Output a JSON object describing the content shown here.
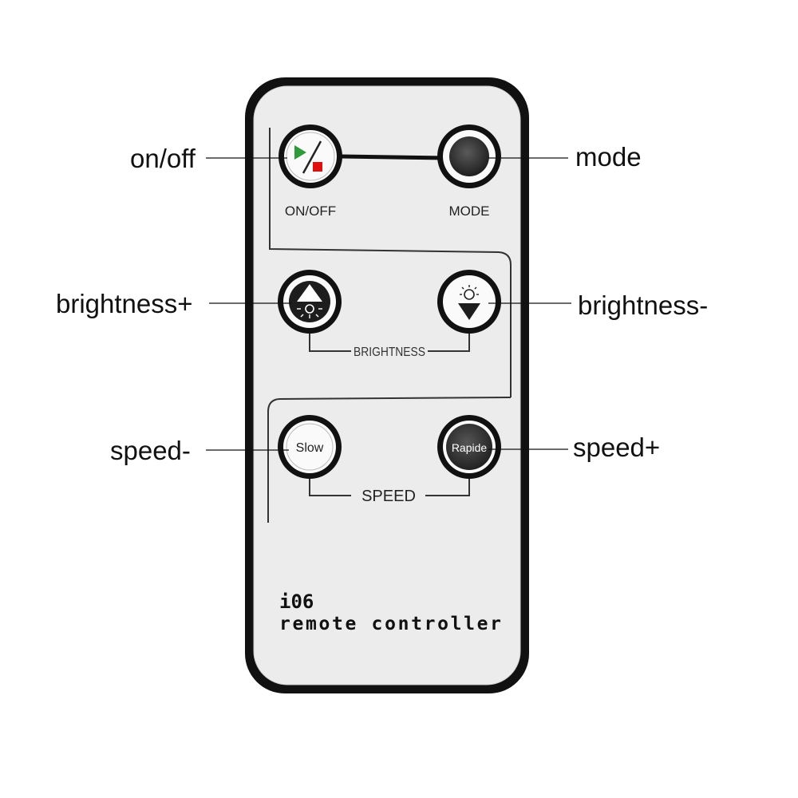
{
  "callouts": {
    "on_off": "on/off",
    "mode": "mode",
    "brightness_up": "brightness+",
    "brightness_down": "brightness-",
    "speed_down": "speed-",
    "speed_up": "speed+"
  },
  "remote": {
    "on_off_label": "ON/OFF",
    "mode_label": "MODE",
    "brightness_group_label": "BRIGHTNESS",
    "slow_label": "Slow",
    "rapide_label": "Rapide",
    "speed_group_label": "SPEED",
    "model": "i06",
    "caption": "remote controller"
  },
  "colors": {
    "body_outline": "#111111",
    "face": "#ececec",
    "play_green": "#2e9a3a",
    "stop_red": "#e01010",
    "button_dark": "#2a2a2a"
  },
  "icons": {
    "on_off": "play-stop-icon",
    "brightness_up": "brightness-up-icon",
    "brightness_down": "brightness-down-icon"
  }
}
